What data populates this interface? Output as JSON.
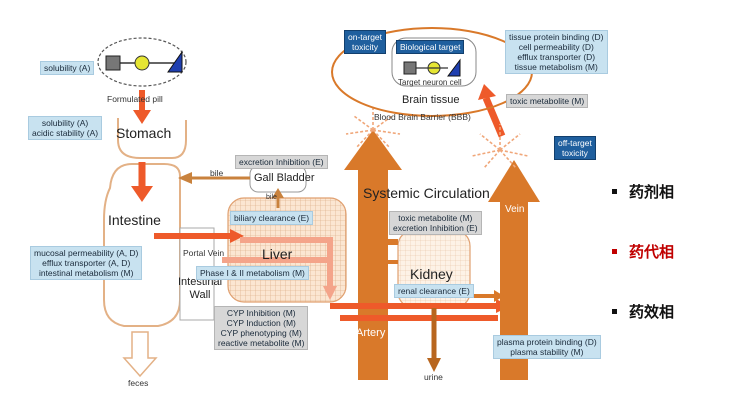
{
  "labels": {
    "formulated_pill": "Formulated pill",
    "solubility_pill": "solubility (A)",
    "stomach_props": "solubility (A)\nacidic stability (A)",
    "stomach": "Stomach",
    "intestine": "Intestine",
    "intestine_props": "mucosal permeability (A, D)\nefflux transporter (A, D)\nintestinal metabolism (M)",
    "intestinal_wall": "Intestinal\nWall",
    "portal_vein": "Portal Vein",
    "feces": "feces",
    "bile_top": "bile",
    "bile_small": "bile",
    "excretion_inhibition": "excretion Inhibition (E)",
    "gall_bladder": "Gall Bladder",
    "biliary_clearance": "biliary clearance (E)",
    "liver": "Liver",
    "phase_metabolism": "Phase I & II metabolism (M)",
    "cyp_props": "CYP Inhibition (M)\nCYP Induction (M)\nCYP phenotyping (M)\nreactive metabolite (M)",
    "systemic_circulation": "Systemic Circulation",
    "artery": "Artery",
    "vein": "Vein",
    "kidney_toxic": "toxic metabolite (M)\nexcretion Inhibition (E)",
    "kidney": "Kidney",
    "renal_clearance": "renal clearance (E)",
    "urine": "urine",
    "plasma_props": "plasma protein binding (D)\nplasma stability (M)",
    "brain_toxic": "toxic metabolite (M)",
    "on_target_toxicity": "on-target\ntoxicity",
    "biological_target": "Biological target",
    "target_neuron_cell": "Target neuron cell",
    "brain_tissue": "Brain tissue",
    "bbb": "Blood Brain Barrier (BBB)",
    "tissue_props": "tissue protein binding (D)\ncell permeability (D)\nefflux transporter (D)\ntissue metabolism (M)",
    "off_target_toxicity": "off-target\ntoxicity"
  },
  "legend": [
    {
      "label": "药剂相",
      "color": "#111111"
    },
    {
      "label": "药代相",
      "color": "#c00000"
    },
    {
      "label": "药效相",
      "color": "#111111"
    }
  ],
  "colors": {
    "arrow_red": "#e8401c",
    "arrow_orange": "#d97a2a",
    "arrow_brown": "#b8661f",
    "label_blue": "#c8e2f0",
    "label_dark_blue": "#1f5f9e",
    "label_gray": "#d7d7d7"
  }
}
